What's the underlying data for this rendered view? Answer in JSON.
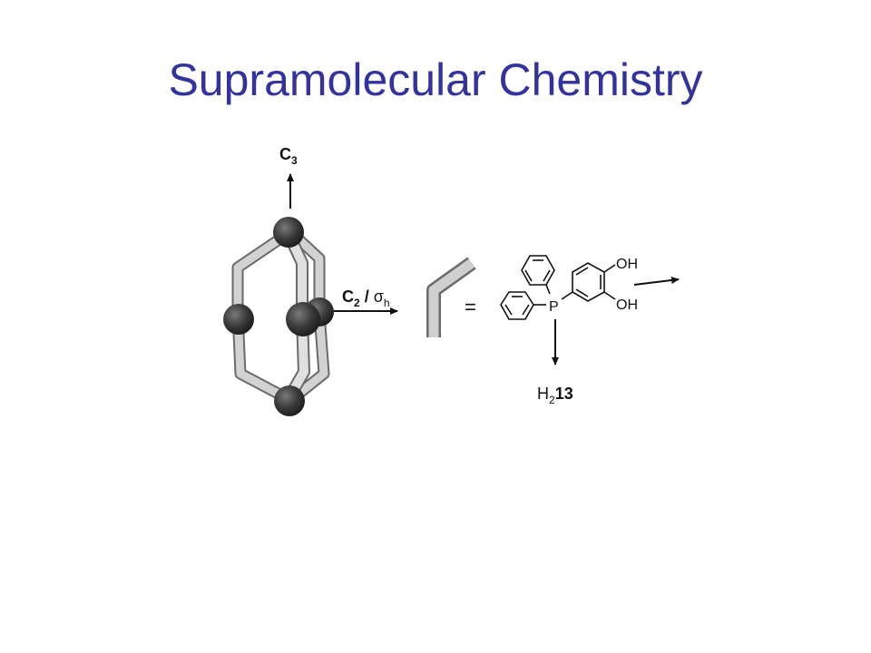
{
  "slide": {
    "title": "Supramolecular Chemistry"
  },
  "figure": {
    "axis_c3": {
      "symbol": "C",
      "subscript": "3"
    },
    "axis_c2": {
      "symbol": "C",
      "subscript": "2",
      "separator": " / ",
      "sigma": "σ",
      "sigma_subscript": "h"
    },
    "equals": "=",
    "ligand": {
      "phosphorus": "P",
      "oh_top": "OH",
      "oh_bottom": "OH",
      "name_prefix": "H",
      "name_subscript": "2",
      "name_number": "13"
    }
  },
  "colors": {
    "title": "#3333a0",
    "metal_sphere": "#3a3a3a",
    "strut_fill": "#c8c8c8",
    "strut_edge": "#6a6a6a",
    "ink": "#111111"
  }
}
